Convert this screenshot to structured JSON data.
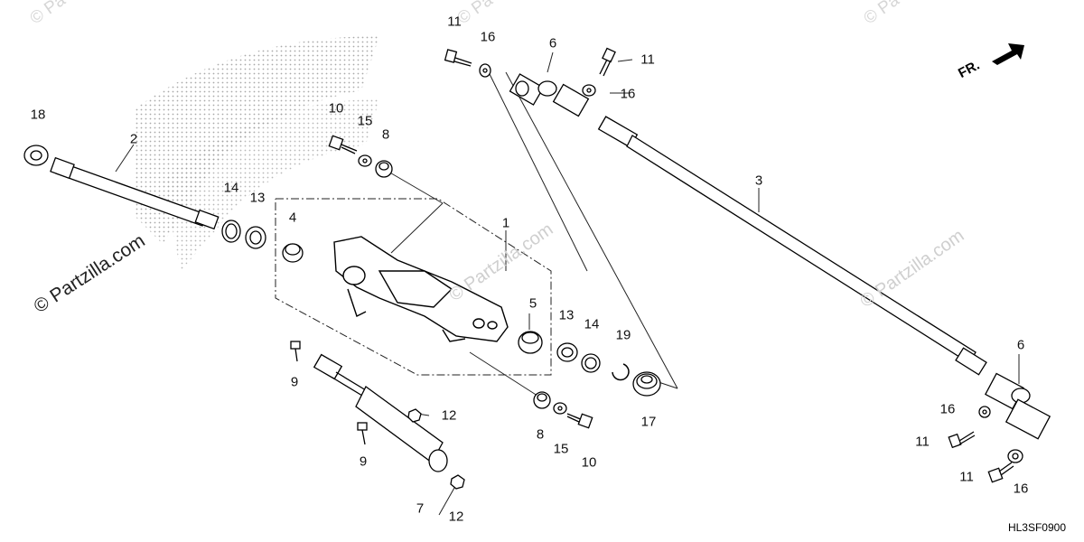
{
  "diagram": {
    "figure_code": "HL3SF0900",
    "direction_label": "FR.",
    "watermarks": {
      "rotated": "© Partzilla.com",
      "corner": "© Pa"
    },
    "callouts": [
      {
        "id": "c1",
        "text": "1"
      },
      {
        "id": "c2",
        "text": "2"
      },
      {
        "id": "c3",
        "text": "3"
      },
      {
        "id": "c4",
        "text": "4"
      },
      {
        "id": "c5",
        "text": "5"
      },
      {
        "id": "c6a",
        "text": "6"
      },
      {
        "id": "c6b",
        "text": "6"
      },
      {
        "id": "c7",
        "text": "7"
      },
      {
        "id": "c8a",
        "text": "8"
      },
      {
        "id": "c8b",
        "text": "8"
      },
      {
        "id": "c9a",
        "text": "9"
      },
      {
        "id": "c9b",
        "text": "9"
      },
      {
        "id": "c10a",
        "text": "10"
      },
      {
        "id": "c10b",
        "text": "10"
      },
      {
        "id": "c11a",
        "text": "11"
      },
      {
        "id": "c11b",
        "text": "11"
      },
      {
        "id": "c11c",
        "text": "11"
      },
      {
        "id": "c11d",
        "text": "11"
      },
      {
        "id": "c12a",
        "text": "12"
      },
      {
        "id": "c12b",
        "text": "12"
      },
      {
        "id": "c13a",
        "text": "13"
      },
      {
        "id": "c13b",
        "text": "13"
      },
      {
        "id": "c14a",
        "text": "14"
      },
      {
        "id": "c14b",
        "text": "14"
      },
      {
        "id": "c15a",
        "text": "15"
      },
      {
        "id": "c15b",
        "text": "15"
      },
      {
        "id": "c16a",
        "text": "16"
      },
      {
        "id": "c16b",
        "text": "16"
      },
      {
        "id": "c16c",
        "text": "16"
      },
      {
        "id": "c16d",
        "text": "16"
      },
      {
        "id": "c17",
        "text": "17"
      },
      {
        "id": "c18",
        "text": "18"
      },
      {
        "id": "c19",
        "text": "19"
      }
    ]
  }
}
